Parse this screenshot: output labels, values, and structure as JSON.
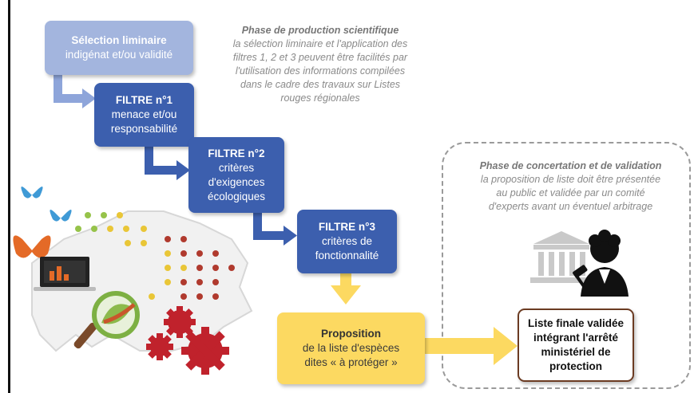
{
  "selection": {
    "title": "Sélection liminaire",
    "line1": "indigénat et/ou validité"
  },
  "filter1": {
    "title": "FILTRE n°1",
    "line1": "menace et/ou",
    "line2": "responsabilité"
  },
  "filter2": {
    "title": "FILTRE n°2",
    "line1": "critères",
    "line2": "d'exigences",
    "line3": "écologiques"
  },
  "filter3": {
    "title": "FILTRE n°3",
    "line1": "critères de",
    "line2": "fonctionnalité"
  },
  "proposition": {
    "title": "Proposition",
    "line1": "de la liste d'espèces",
    "line2": "dites « à protéger »"
  },
  "final": {
    "line1": "Liste finale validée",
    "line2": "intégrant l'arrêté",
    "line3": "ministériel de",
    "line4": "protection"
  },
  "production_note": {
    "heading": "Phase de production scientifique",
    "l1": "la sélection liminaire et l'application des",
    "l2": "filtres 1, 2 et 3 peuvent être facilités par",
    "l3": "l'utilisation des informations compilées",
    "l4": "dans le cadre des travaux sur Listes",
    "l5": "rouges régionales"
  },
  "concertation_note": {
    "heading": "Phase de concertation et de validation",
    "l1": "la proposition de liste doit être présentée",
    "l2": "au public et validée par un comité",
    "l3": "d'experts avant un éventuel arbitrage"
  },
  "colors": {
    "light_blue": "#a3b5de",
    "dark_blue": "#3c5fae",
    "yellow": "#fcd961",
    "arrow_blue": "#8ea5da",
    "arrow_dark": "#3c5fae",
    "arrow_yellow": "#fcd961",
    "final_border": "#6b3b22"
  },
  "icons": [
    "butterfly-icon",
    "laptop-chart-icon",
    "magnifier-leaf-icon",
    "gears-icon",
    "dot-map-icon",
    "courthouse-icon",
    "judge-gavel-icon"
  ]
}
